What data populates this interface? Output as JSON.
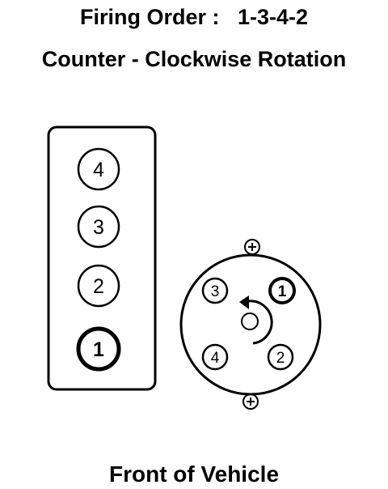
{
  "header": {
    "firing_order_label": "Firing Order :",
    "firing_order_value": "1-3-4-2",
    "rotation": "Counter - Clockwise Rotation"
  },
  "cylinder_bank": {
    "cylinders": [
      "4",
      "3",
      "2",
      "1"
    ],
    "highlighted": "1"
  },
  "distributor": {
    "terminals": {
      "top_right": "1",
      "top_left": "3",
      "bottom_left": "4",
      "bottom_right": "2"
    },
    "highlighted": "1",
    "ground_symbol": "+"
  },
  "footer": {
    "label": "Front of Vehicle"
  }
}
